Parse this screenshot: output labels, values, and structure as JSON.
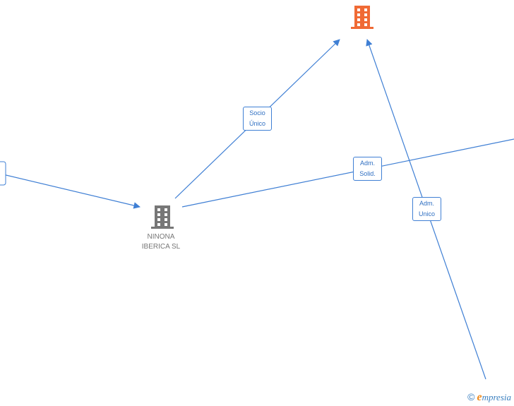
{
  "nodes": {
    "ninona": {
      "label_line1": "NINONA",
      "label_line2": "IBERICA SL"
    }
  },
  "edges": {
    "socio_unico": {
      "line1": "Socio",
      "line2": "Único"
    },
    "adm_solid": {
      "line1": "Adm.",
      "line2": "Solid."
    },
    "adm_unico": {
      "line1": "Adm.",
      "line2": "Unico"
    }
  },
  "colors": {
    "edge": "#3f7fd4",
    "focus_company": "#f06a35",
    "company": "#777777"
  },
  "icons": {
    "focus_company": "building-icon",
    "company": "building-icon"
  },
  "watermark": {
    "symbol": "©",
    "brand_first": "e",
    "brand_rest": "mpresia"
  }
}
